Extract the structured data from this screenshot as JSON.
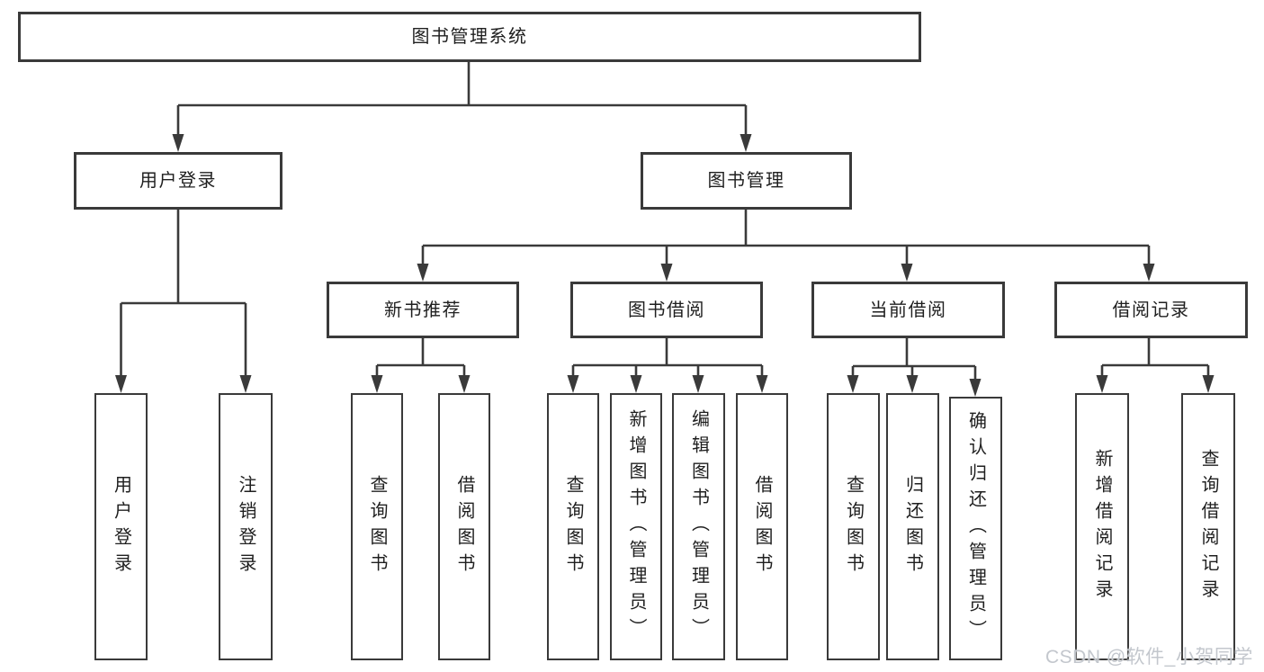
{
  "colors": {
    "line": "#3a3a3a",
    "text": "#1f1f1f",
    "watermark": "#c3c7cd",
    "background": "#ffffff"
  },
  "diagram": {
    "root": {
      "label": "图书管理系统"
    },
    "branches": [
      {
        "label": "用户登录",
        "children": [
          {
            "label": "用户登录"
          },
          {
            "label": "注销登录"
          }
        ]
      },
      {
        "label": "图书管理",
        "groups": [
          {
            "label": "新书推荐",
            "children": [
              {
                "label": "查询图书"
              },
              {
                "label": "借阅图书"
              }
            ]
          },
          {
            "label": "图书借阅",
            "children": [
              {
                "label": "查询图书"
              },
              {
                "label": "新增图书（管理员）"
              },
              {
                "label": "编辑图书（管理员）"
              },
              {
                "label": "借阅图书"
              }
            ]
          },
          {
            "label": "当前借阅",
            "children": [
              {
                "label": "查询图书"
              },
              {
                "label": "归还图书"
              },
              {
                "label": "确认归还（管理员）"
              }
            ]
          },
          {
            "label": "借阅记录",
            "children": [
              {
                "label": "新增借阅记录"
              },
              {
                "label": "查询借阅记录"
              }
            ]
          }
        ]
      }
    ]
  },
  "watermark": {
    "text": "CSDN @软件_小贺同学"
  }
}
